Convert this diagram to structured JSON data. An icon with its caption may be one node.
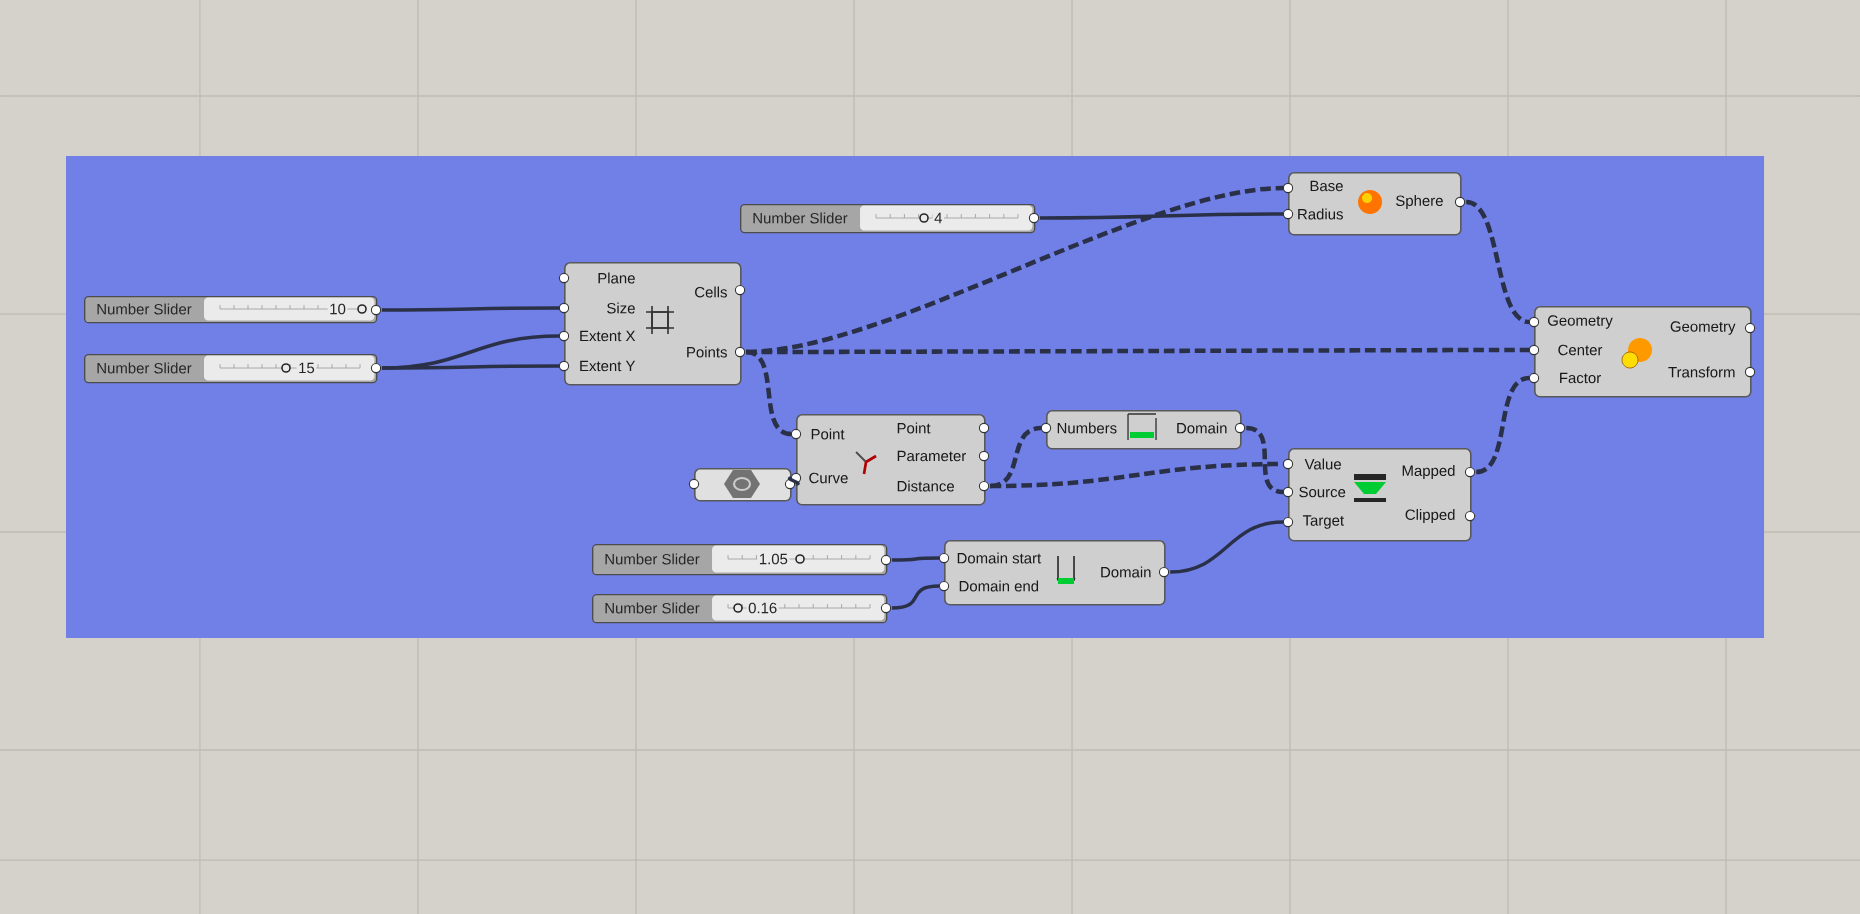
{
  "diagram": {
    "nodes": [
      {
        "text": [
          "Number Slider",
          "10"
        ]
      },
      {
        "text": [
          "Number Slider",
          "15"
        ]
      },
      {
        "text": [
          "Number Slider",
          "4"
        ]
      },
      {
        "text": [
          "Plane",
          "Size",
          "Extent X",
          "Extent Y",
          "Cells",
          "Points"
        ]
      },
      {
        "text": [
          "Base",
          "Radius",
          "Sphere"
        ]
      },
      {
        "text": [
          "Geometry",
          "Center",
          "Factor",
          "Geometry",
          "Transform"
        ]
      },
      {
        "text": [
          "Point",
          "Curve",
          "Point",
          "Parameter",
          "Distance"
        ]
      },
      {
        "text": [],
        "shape": "box"
      },
      {
        "text": [
          "Numbers",
          "Domain"
        ]
      },
      {
        "text": [
          "Value",
          "Source",
          "Target",
          "Mapped",
          "Clipped"
        ]
      },
      {
        "text": [
          "Number Slider",
          "1.05"
        ]
      },
      {
        "text": [
          "Number Slider",
          "0.16"
        ]
      },
      {
        "text": [
          "Domain start",
          "Domain end",
          "Domain"
        ]
      }
    ],
    "edges": [
      {
        "from": 0,
        "to": 3,
        "arrow": "none"
      },
      {
        "from": 1,
        "to": 3,
        "arrow": "none"
      },
      {
        "from": 1,
        "to": 3,
        "arrow": "none"
      },
      {
        "from": 2,
        "to": 4,
        "arrow": "none"
      },
      {
        "from": 3,
        "to": 4,
        "arrow": "none",
        "style": "dashed"
      },
      {
        "from": 3,
        "to": 5,
        "arrow": "none",
        "style": "dashed"
      },
      {
        "from": 3,
        "to": 6,
        "arrow": "none",
        "style": "dashed"
      },
      {
        "from": 7,
        "to": 6,
        "arrow": "none"
      },
      {
        "from": 6,
        "to": 8,
        "arrow": "none",
        "style": "dashed"
      },
      {
        "from": 6,
        "to": 9,
        "arrow": "none",
        "style": "dashed"
      },
      {
        "from": 8,
        "to": 9,
        "arrow": "none",
        "style": "dashed"
      },
      {
        "from": 4,
        "to": 5,
        "arrow": "none",
        "style": "dashed"
      },
      {
        "from": 9,
        "to": 5,
        "arrow": "none",
        "style": "dashed"
      },
      {
        "from": 10,
        "to": 12,
        "arrow": "none"
      },
      {
        "from": 11,
        "to": 12,
        "arrow": "none"
      },
      {
        "from": 12,
        "to": 9,
        "arrow": "none"
      }
    ]
  }
}
